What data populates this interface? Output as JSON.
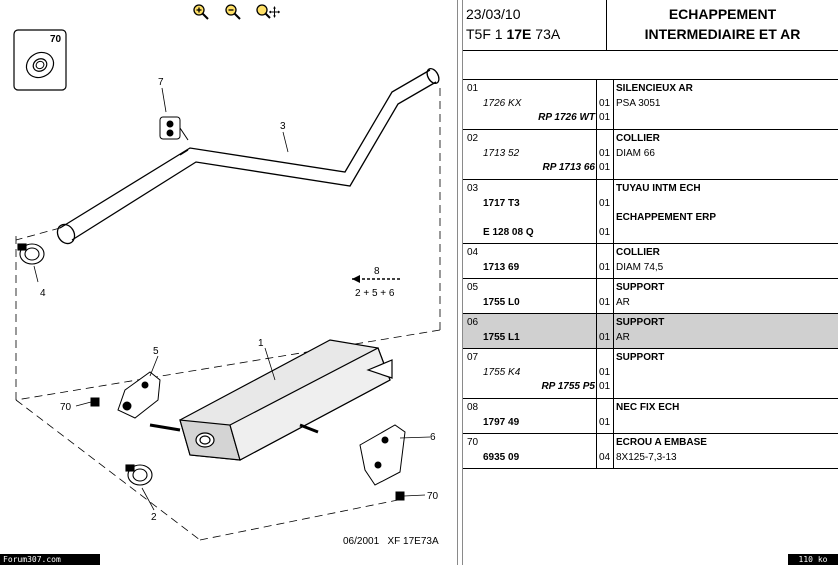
{
  "toolbar": {
    "icons": [
      "zoom-in-icon",
      "zoom-out-icon",
      "zoom-pan-icon"
    ]
  },
  "diagram": {
    "labels": [
      "70",
      "7",
      "3",
      "4",
      "8",
      "2 + 5 + 6",
      "5",
      "1",
      "70",
      "2",
      "6",
      "70"
    ],
    "caption": "06/2001   XF 17E73A"
  },
  "footer": {
    "site": "Forum307.com",
    "size": "110 ko"
  },
  "header": {
    "date": "23/03/10",
    "code_prefix": "T5F 1",
    "code_bold": "17E",
    "code_suffix": "73A",
    "title_line1": "ECHAPPEMENT",
    "title_line2": "INTERMEDIAIRE ET AR"
  },
  "rows": [
    {
      "num": "01",
      "lines": [
        {
          "ref": "",
          "style": "",
          "qty": "",
          "desc": "SILENCIEUX AR",
          "dbold": true
        },
        {
          "ref": "1726 KX",
          "style": "it",
          "qty": "01",
          "desc": "PSA 3051",
          "dbold": false
        },
        {
          "ref": "RP 1726 WT",
          "style": "bi-r",
          "qty": "01",
          "desc": "",
          "dbold": false
        }
      ]
    },
    {
      "num": "02",
      "lines": [
        {
          "ref": "",
          "style": "",
          "qty": "",
          "desc": "COLLIER",
          "dbold": true
        },
        {
          "ref": "1713 52",
          "style": "it",
          "qty": "01",
          "desc": "DIAM 66",
          "dbold": false
        },
        {
          "ref": "RP 1713 66",
          "style": "bi-r",
          "qty": "01",
          "desc": "",
          "dbold": false
        }
      ]
    },
    {
      "num": "03",
      "lines": [
        {
          "ref": "",
          "style": "",
          "qty": "",
          "desc": "TUYAU INTM ECH",
          "dbold": true
        },
        {
          "ref": "1717 T3",
          "style": "bd",
          "qty": "01",
          "desc": "",
          "dbold": false
        },
        {
          "ref": "",
          "style": "",
          "qty": "",
          "desc": "ECHAPPEMENT ERP",
          "dbold": true
        },
        {
          "ref": "E 128 08 Q",
          "style": "bd",
          "qty": "01",
          "desc": "",
          "dbold": false
        }
      ]
    },
    {
      "num": "04",
      "lines": [
        {
          "ref": "",
          "style": "",
          "qty": "",
          "desc": "COLLIER",
          "dbold": true
        },
        {
          "ref": "1713 69",
          "style": "bd",
          "qty": "01",
          "desc": "DIAM 74,5",
          "dbold": false
        }
      ]
    },
    {
      "num": "05",
      "lines": [
        {
          "ref": "",
          "style": "",
          "qty": "",
          "desc": "SUPPORT",
          "dbold": true
        },
        {
          "ref": "1755 L0",
          "style": "bd",
          "qty": "01",
          "desc": "AR",
          "dbold": false
        }
      ]
    },
    {
      "num": "06",
      "selected": true,
      "lines": [
        {
          "ref": "",
          "style": "",
          "qty": "",
          "desc": "SUPPORT",
          "dbold": true
        },
        {
          "ref": "1755 L1",
          "style": "bd",
          "qty": "01",
          "desc": "AR",
          "dbold": false
        }
      ]
    },
    {
      "num": "07",
      "lines": [
        {
          "ref": "",
          "style": "",
          "qty": "",
          "desc": "SUPPORT",
          "dbold": true
        },
        {
          "ref": "1755 K4",
          "style": "it",
          "qty": "01",
          "desc": "",
          "dbold": false
        },
        {
          "ref": "RP 1755 P5",
          "style": "bi-r",
          "qty": "01",
          "desc": "",
          "dbold": false
        }
      ]
    },
    {
      "num": "08",
      "lines": [
        {
          "ref": "",
          "style": "",
          "qty": "",
          "desc": "NEC FIX ECH",
          "dbold": true
        },
        {
          "ref": "1797 49",
          "style": "bd",
          "qty": "01",
          "desc": "",
          "dbold": false
        }
      ]
    },
    {
      "num": "70",
      "lines": [
        {
          "ref": "",
          "style": "",
          "qty": "",
          "desc": "ECROU A EMBASE",
          "dbold": true
        },
        {
          "ref": "6935 09",
          "style": "bd",
          "qty": "04",
          "desc": "8X125-7,3-13",
          "dbold": false
        }
      ]
    }
  ]
}
